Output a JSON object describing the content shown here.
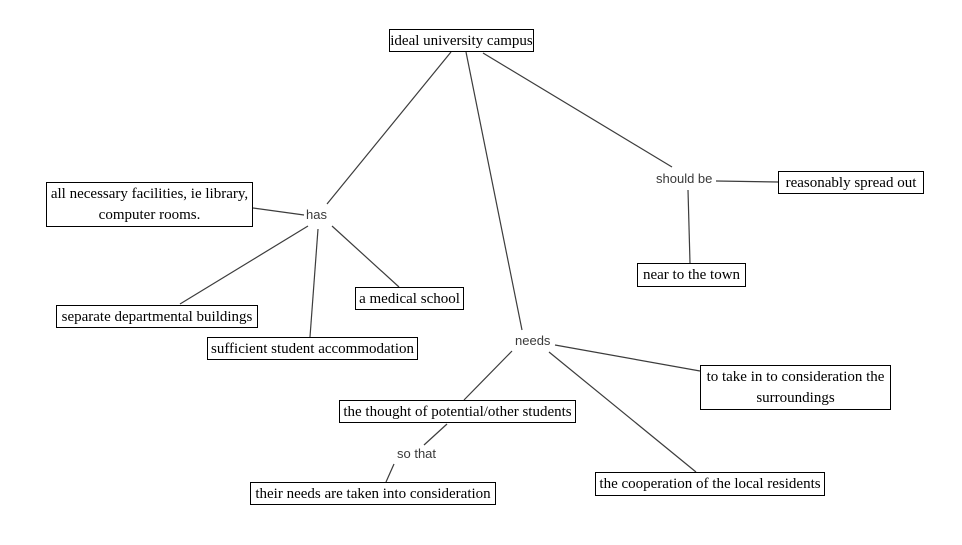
{
  "diagram": {
    "title": "ideal university campus concept map",
    "nodes": {
      "campus": {
        "label": "ideal university campus"
      },
      "facilities": {
        "label": "all necessary facilities, ie library, computer rooms."
      },
      "separate": {
        "label": "separate departmental buildings"
      },
      "accommodation": {
        "label": "sufficient student accommodation"
      },
      "medical": {
        "label": "a medical school"
      },
      "spread": {
        "label": "reasonably spread out"
      },
      "town": {
        "label": "near to the town"
      },
      "surroundings": {
        "label": "to take in to consideration the surroundings"
      },
      "thought": {
        "label": "the thought of potential/other students"
      },
      "their_needs": {
        "label": "their needs are taken into consideration"
      },
      "cooperation": {
        "label": "the cooperation of the local residents"
      }
    },
    "link_labels": {
      "has": "has",
      "should_be": "should be",
      "needs": "needs",
      "so_that": "so that"
    },
    "edges": [
      {
        "from": "ideal university campus",
        "via": "has",
        "to": "all necessary facilities, ie library, computer rooms."
      },
      {
        "from": "ideal university campus",
        "via": "has",
        "to": "separate departmental buildings"
      },
      {
        "from": "ideal university campus",
        "via": "has",
        "to": "sufficient student accommodation"
      },
      {
        "from": "ideal university campus",
        "via": "has",
        "to": "a medical school"
      },
      {
        "from": "ideal university campus",
        "via": "should be",
        "to": "reasonably spread out"
      },
      {
        "from": "ideal university campus",
        "via": "should be",
        "to": "near to the town"
      },
      {
        "from": "ideal university campus",
        "via": "needs",
        "to": "the thought of potential/other students"
      },
      {
        "from": "ideal university campus",
        "via": "needs",
        "to": "to take in to consideration the surroundings"
      },
      {
        "from": "ideal university campus",
        "via": "needs",
        "to": "the cooperation of the local residents"
      },
      {
        "from": "the thought of potential/other students",
        "via": "so that",
        "to": "their needs are taken into consideration"
      }
    ],
    "colors": {
      "background": "#ffffff",
      "node_border": "#000000",
      "node_text": "#000000",
      "line": "#3c3c3c",
      "link_label_text": "#3a3a3a"
    }
  }
}
